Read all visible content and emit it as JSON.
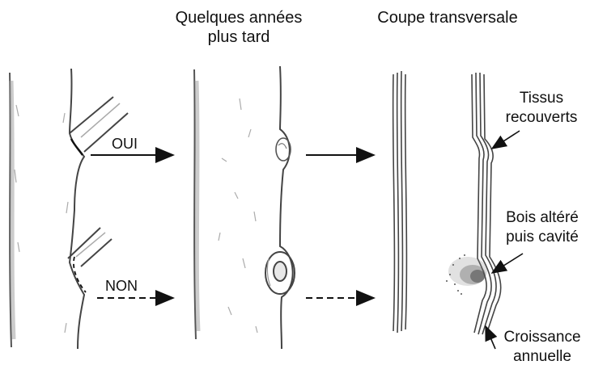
{
  "headers": {
    "later_line1": "Quelques années",
    "later_line2": "plus tard",
    "cross_section": "Coupe transversale"
  },
  "arrows": {
    "yes": "OUI",
    "no": "NON"
  },
  "annotations": {
    "covered_line1": "Tissus",
    "covered_line2": "recouverts",
    "decay_line1": "Bois altéré",
    "decay_line2": "puis cavité",
    "growth_line1": "Croissance",
    "growth_line2": "annuelle"
  }
}
